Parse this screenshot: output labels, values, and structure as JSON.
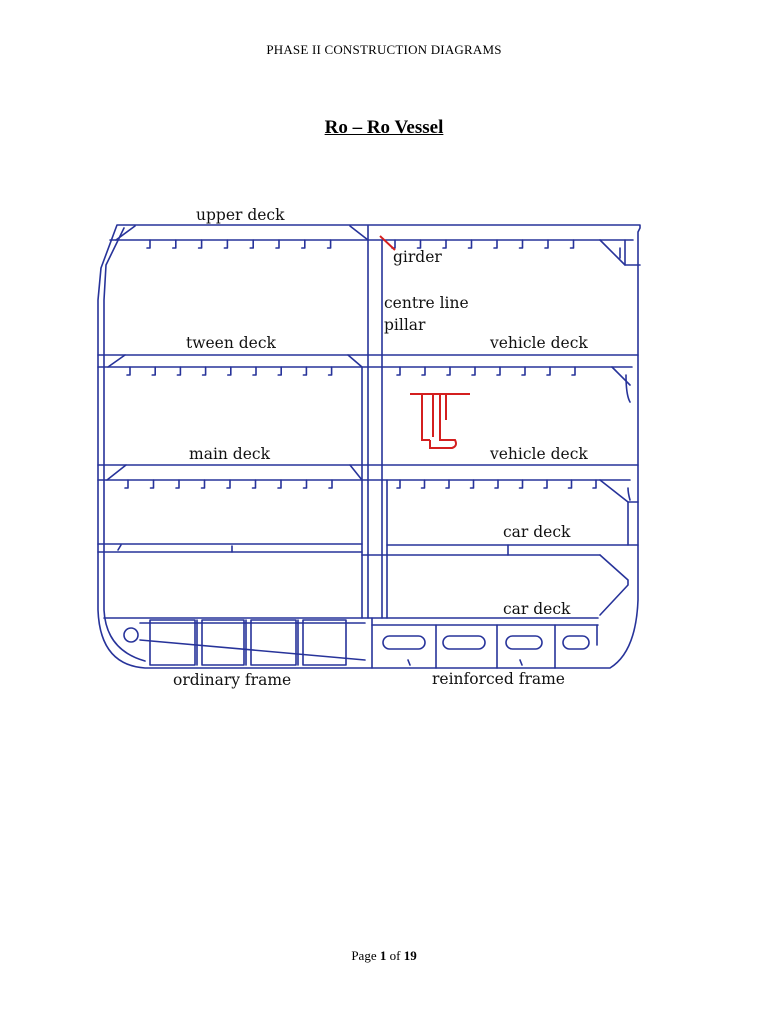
{
  "document": {
    "header": "PHASE II CONSTRUCTION DIAGRAMS",
    "title": "Ro – Ro Vessel",
    "footer": {
      "page_word": "Page",
      "page_num": "1",
      "of_word": "of",
      "page_total": "19"
    }
  },
  "diagram": {
    "labels": {
      "upper_deck": "upper deck",
      "girder": "girder",
      "centre_line": "centre line",
      "pillar": "pillar",
      "tween_deck": "tween deck",
      "vehicle_deck_1": "vehicle deck",
      "main_deck": "main deck",
      "vehicle_deck_2": "vehicle deck",
      "car_deck_1": "car deck",
      "car_deck_2": "car deck",
      "ordinary_frame": "ordinary frame",
      "reinforced_frame": "reinforced frame"
    },
    "colors": {
      "structure": "#27339a",
      "highlight": "#d41f1f"
    }
  }
}
